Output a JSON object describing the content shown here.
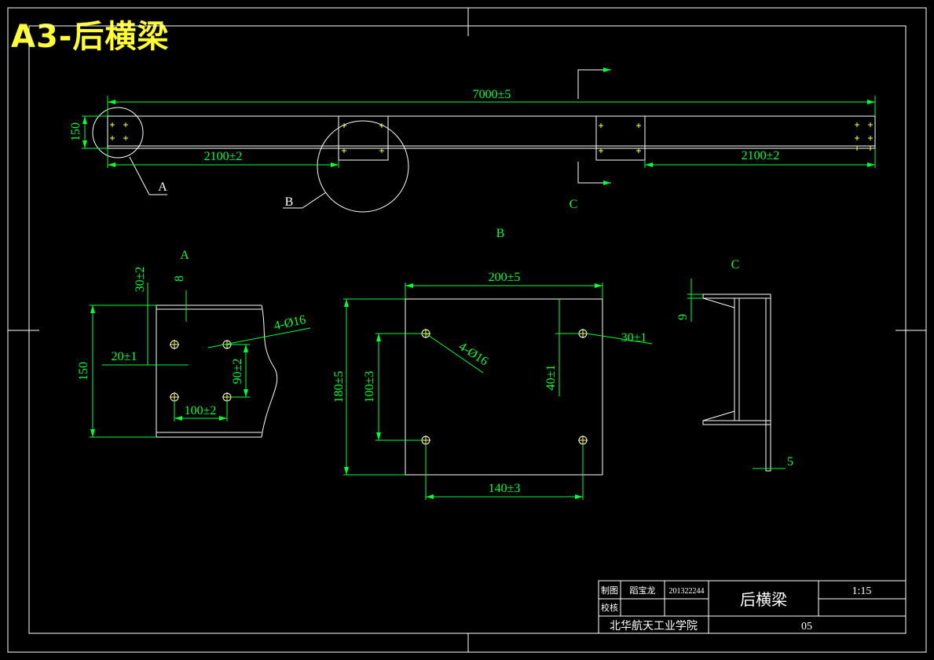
{
  "sheet_title": "A3-后横梁",
  "colors": {
    "line": "#ffffff",
    "dim": "#00ff33",
    "title": "#ffff33",
    "bg": "#000000"
  },
  "dims": {
    "total_length": "7000±5",
    "left_hole_offset": "2100±2",
    "right_hole_offset": "2100±2",
    "beam_height": "150",
    "a_top_offset": "30±2",
    "a_thickness": "8",
    "a_hole_edge": "20±1",
    "a_height": "150",
    "a_vert_pitch": "90±2",
    "a_horiz_pitch": "100±2",
    "a_holes": "4-Ø16",
    "b_width": "200±5",
    "b_height": "180±5",
    "b_vert_pitch": "100±3",
    "b_horiz_pitch": "140±3",
    "b_hole_offset": "40±1",
    "b_edge": "30±1",
    "b_holes": "4-Ø16",
    "c_flange": "9",
    "c_web": "5"
  },
  "labels": {
    "a": "A",
    "b": "B",
    "c": "C"
  },
  "titleblock": {
    "draw_label": "制图",
    "draw_name": "蹈宝龙",
    "draw_id": "201322244",
    "check_label": "校核",
    "part_name": "后横梁",
    "scale": "1:15",
    "school": "北华航天工业学院",
    "sheet_no": "05"
  }
}
